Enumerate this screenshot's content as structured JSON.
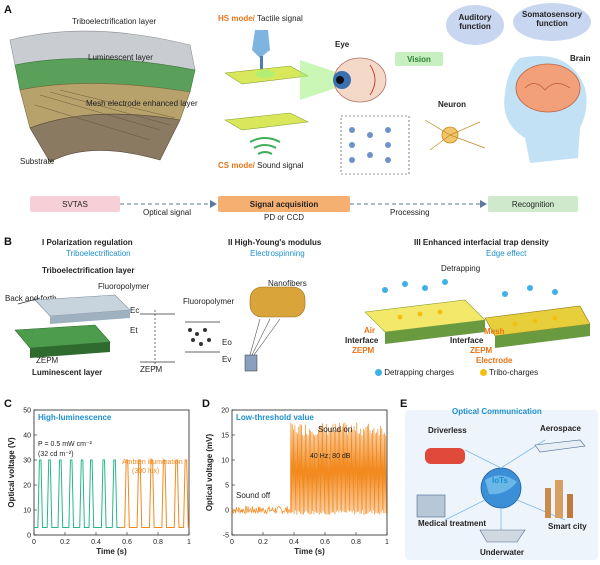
{
  "panel_a": {
    "letter": "A",
    "layers": [
      "Triboelectrification layer",
      "Luminescent layer",
      "Mesh electrode enhanced layer",
      "Substrate"
    ],
    "hs_mode": "HS mode/",
    "hs_signal": " Tactile signal",
    "cs_mode": "CS mode/",
    "cs_signal": " Sound signal",
    "eye": "Eye",
    "vision": "Vision",
    "auditory": "Auditory function",
    "somatosensory": "Somatosensory function",
    "brain": "Brain",
    "neuron": "Neuron",
    "flow": {
      "svtas": "SVTAS",
      "optical_signal": "Optical signal",
      "signal_acquisition": "Signal acquisition",
      "pd_ccd": "PD or CCD",
      "processing": "Processing",
      "recognition": "Recognition"
    }
  },
  "panel_b": {
    "letter": "B",
    "col1_title": "I Polarization regulation",
    "col1_sub": "Triboelectrification",
    "col2_title": "II High-Young's modulus",
    "col2_sub": "Electrospinning",
    "col3_title": "III Enhanced interfacial trap density",
    "col3_sub": "Edge effect",
    "tribo_layer": "Triboelectrification layer",
    "back_forth": "Back and forth",
    "fluoropolymer": "Fluoropolymer",
    "fluoropolymer2": "Fluoropolymer",
    "zepm": "ZEPM",
    "zepm2": "ZEPM",
    "luminescent_layer": "Luminescent layer",
    "nanofibers": "Nanofibers",
    "detrapping": "Detrapping",
    "air": "Air",
    "interface1": "Interface",
    "zepm_orange1": "ZEPM",
    "interface2": "Interface",
    "zepm_orange2": "ZEPM",
    "electrode": "Electrode",
    "mesh": "Mesh",
    "legend_detrap": "Detrapping charges",
    "legend_tribo": "Tribo-charges",
    "energy": {
      "ec": "Ec",
      "et": "Et",
      "eo": "Eo",
      "ev": "Ev"
    }
  },
  "panel_c": {
    "letter": "C",
    "title": "High-luminescence",
    "annot1": "P = 0.5 mW cm⁻²",
    "annot2": "(32 cd m⁻²)",
    "annot3": "Ambien illumination",
    "annot4": "(300 lux)",
    "colors": {
      "series1": "#2ab58a",
      "series2": "#f28a1f"
    }
  },
  "panel_d": {
    "letter": "D",
    "title": "Low-threshold value",
    "sound_on": "Sound on",
    "spec": "40 Hz; 80 dB",
    "sound_off": "Sound off",
    "colors": {
      "series": "#f28a1f"
    }
  },
  "panel_e": {
    "letter": "E",
    "title": "Optical Communication",
    "driverless": "Driverless",
    "aerospace": "Aerospace",
    "iots": "IoTs",
    "medical": "Medical treatment",
    "smart_city": "Smart city",
    "underwater": "Underwater"
  },
  "chart_data": [
    {
      "type": "line",
      "ylabel": "Optical voltage (V)",
      "xlabel": "Time (s)",
      "xlim": [
        0,
        1
      ],
      "ylim": [
        0,
        50
      ],
      "x_ticks": [
        "0",
        "0.2",
        "0.4",
        "0.6",
        "0.8",
        "1"
      ],
      "y_ticks": [
        "0",
        "10",
        "20",
        "30",
        "40",
        "50"
      ],
      "series": [
        {
          "peaks_x": [
            0.04,
            0.1,
            0.17,
            0.24,
            0.31,
            0.37,
            0.45,
            0.52
          ],
          "peak_value": 30,
          "baseline": 3
        },
        {
          "peaks_x": [
            0.6,
            0.68,
            0.76,
            0.84,
            0.92,
            0.98
          ],
          "peak_value": 30,
          "baseline": 3
        }
      ]
    },
    {
      "type": "line",
      "ylabel": "Optical voltage (mV)",
      "xlabel": "Time (s)",
      "xlim": [
        0,
        1
      ],
      "ylim": [
        -5,
        20
      ],
      "x_ticks": [
        "0",
        "0.2",
        "0.4",
        "0.6",
        "0.8",
        "1"
      ],
      "y_ticks": [
        "-5",
        "0",
        "5",
        "10",
        "15",
        "20"
      ],
      "series": [
        {
          "noise_until": 0.38,
          "noise_level": 0,
          "burst_from": 0.38,
          "burst_peak": 17.5,
          "burst_trough": -1
        }
      ]
    }
  ]
}
